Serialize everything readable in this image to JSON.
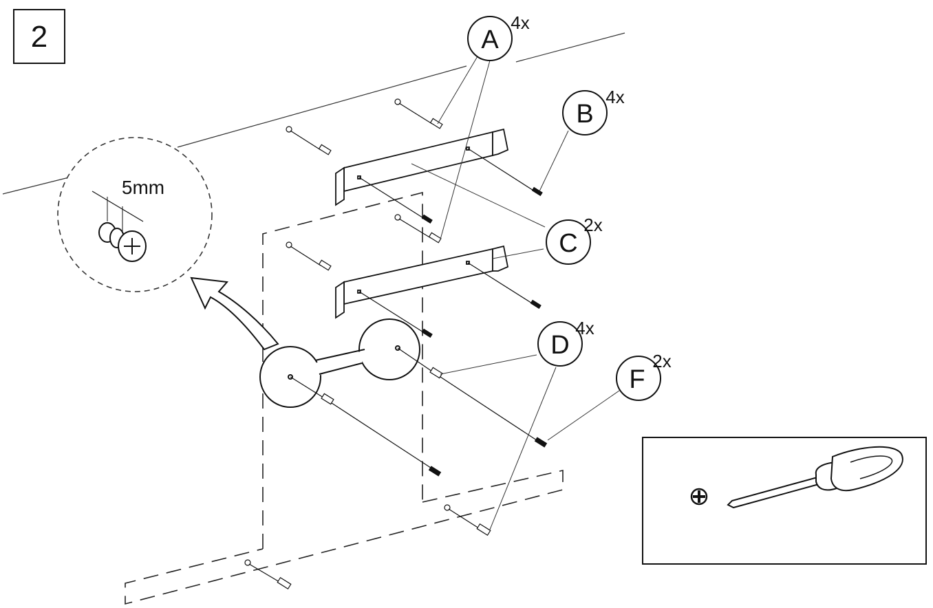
{
  "step": {
    "number": "2"
  },
  "detail": {
    "measurement": "5mm"
  },
  "parts": [
    {
      "letter": "A",
      "qty": "4x"
    },
    {
      "letter": "B",
      "qty": "4x"
    },
    {
      "letter": "C",
      "qty": "2x"
    },
    {
      "letter": "D",
      "qty": "4x"
    },
    {
      "letter": "F",
      "qty": "2x"
    }
  ],
  "tool": {
    "name": "phillips-screwdriver-icon",
    "symbol": "phillips-symbol-icon"
  },
  "colors": {
    "ink": "#111111",
    "background": "#ffffff"
  }
}
